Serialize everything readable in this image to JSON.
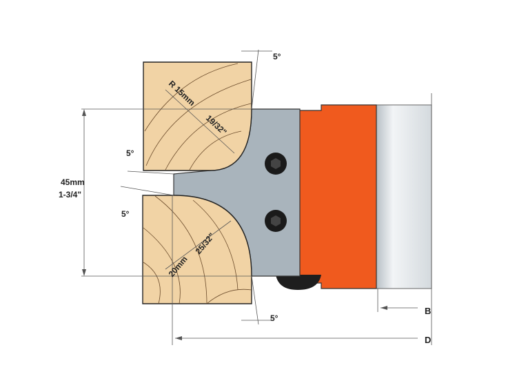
{
  "labels": {
    "radius_top": "R 15mm",
    "radius_top_in": "19/32\"",
    "radius_bottom": "20mm",
    "radius_bottom_in": "25/32\"",
    "height_mm": "45mm",
    "height_in": "1-3/4\"",
    "angle_top": "5°",
    "angle_left_top": "5°",
    "angle_left_bottom": "5°",
    "angle_bottom": "5°",
    "dim_b": "B",
    "dim_d": "D"
  },
  "colors": {
    "wood": "#f1d3a5",
    "cutter": "#a9b4bc",
    "body": "#f05a1e",
    "shaft": "#dfe4e8"
  }
}
